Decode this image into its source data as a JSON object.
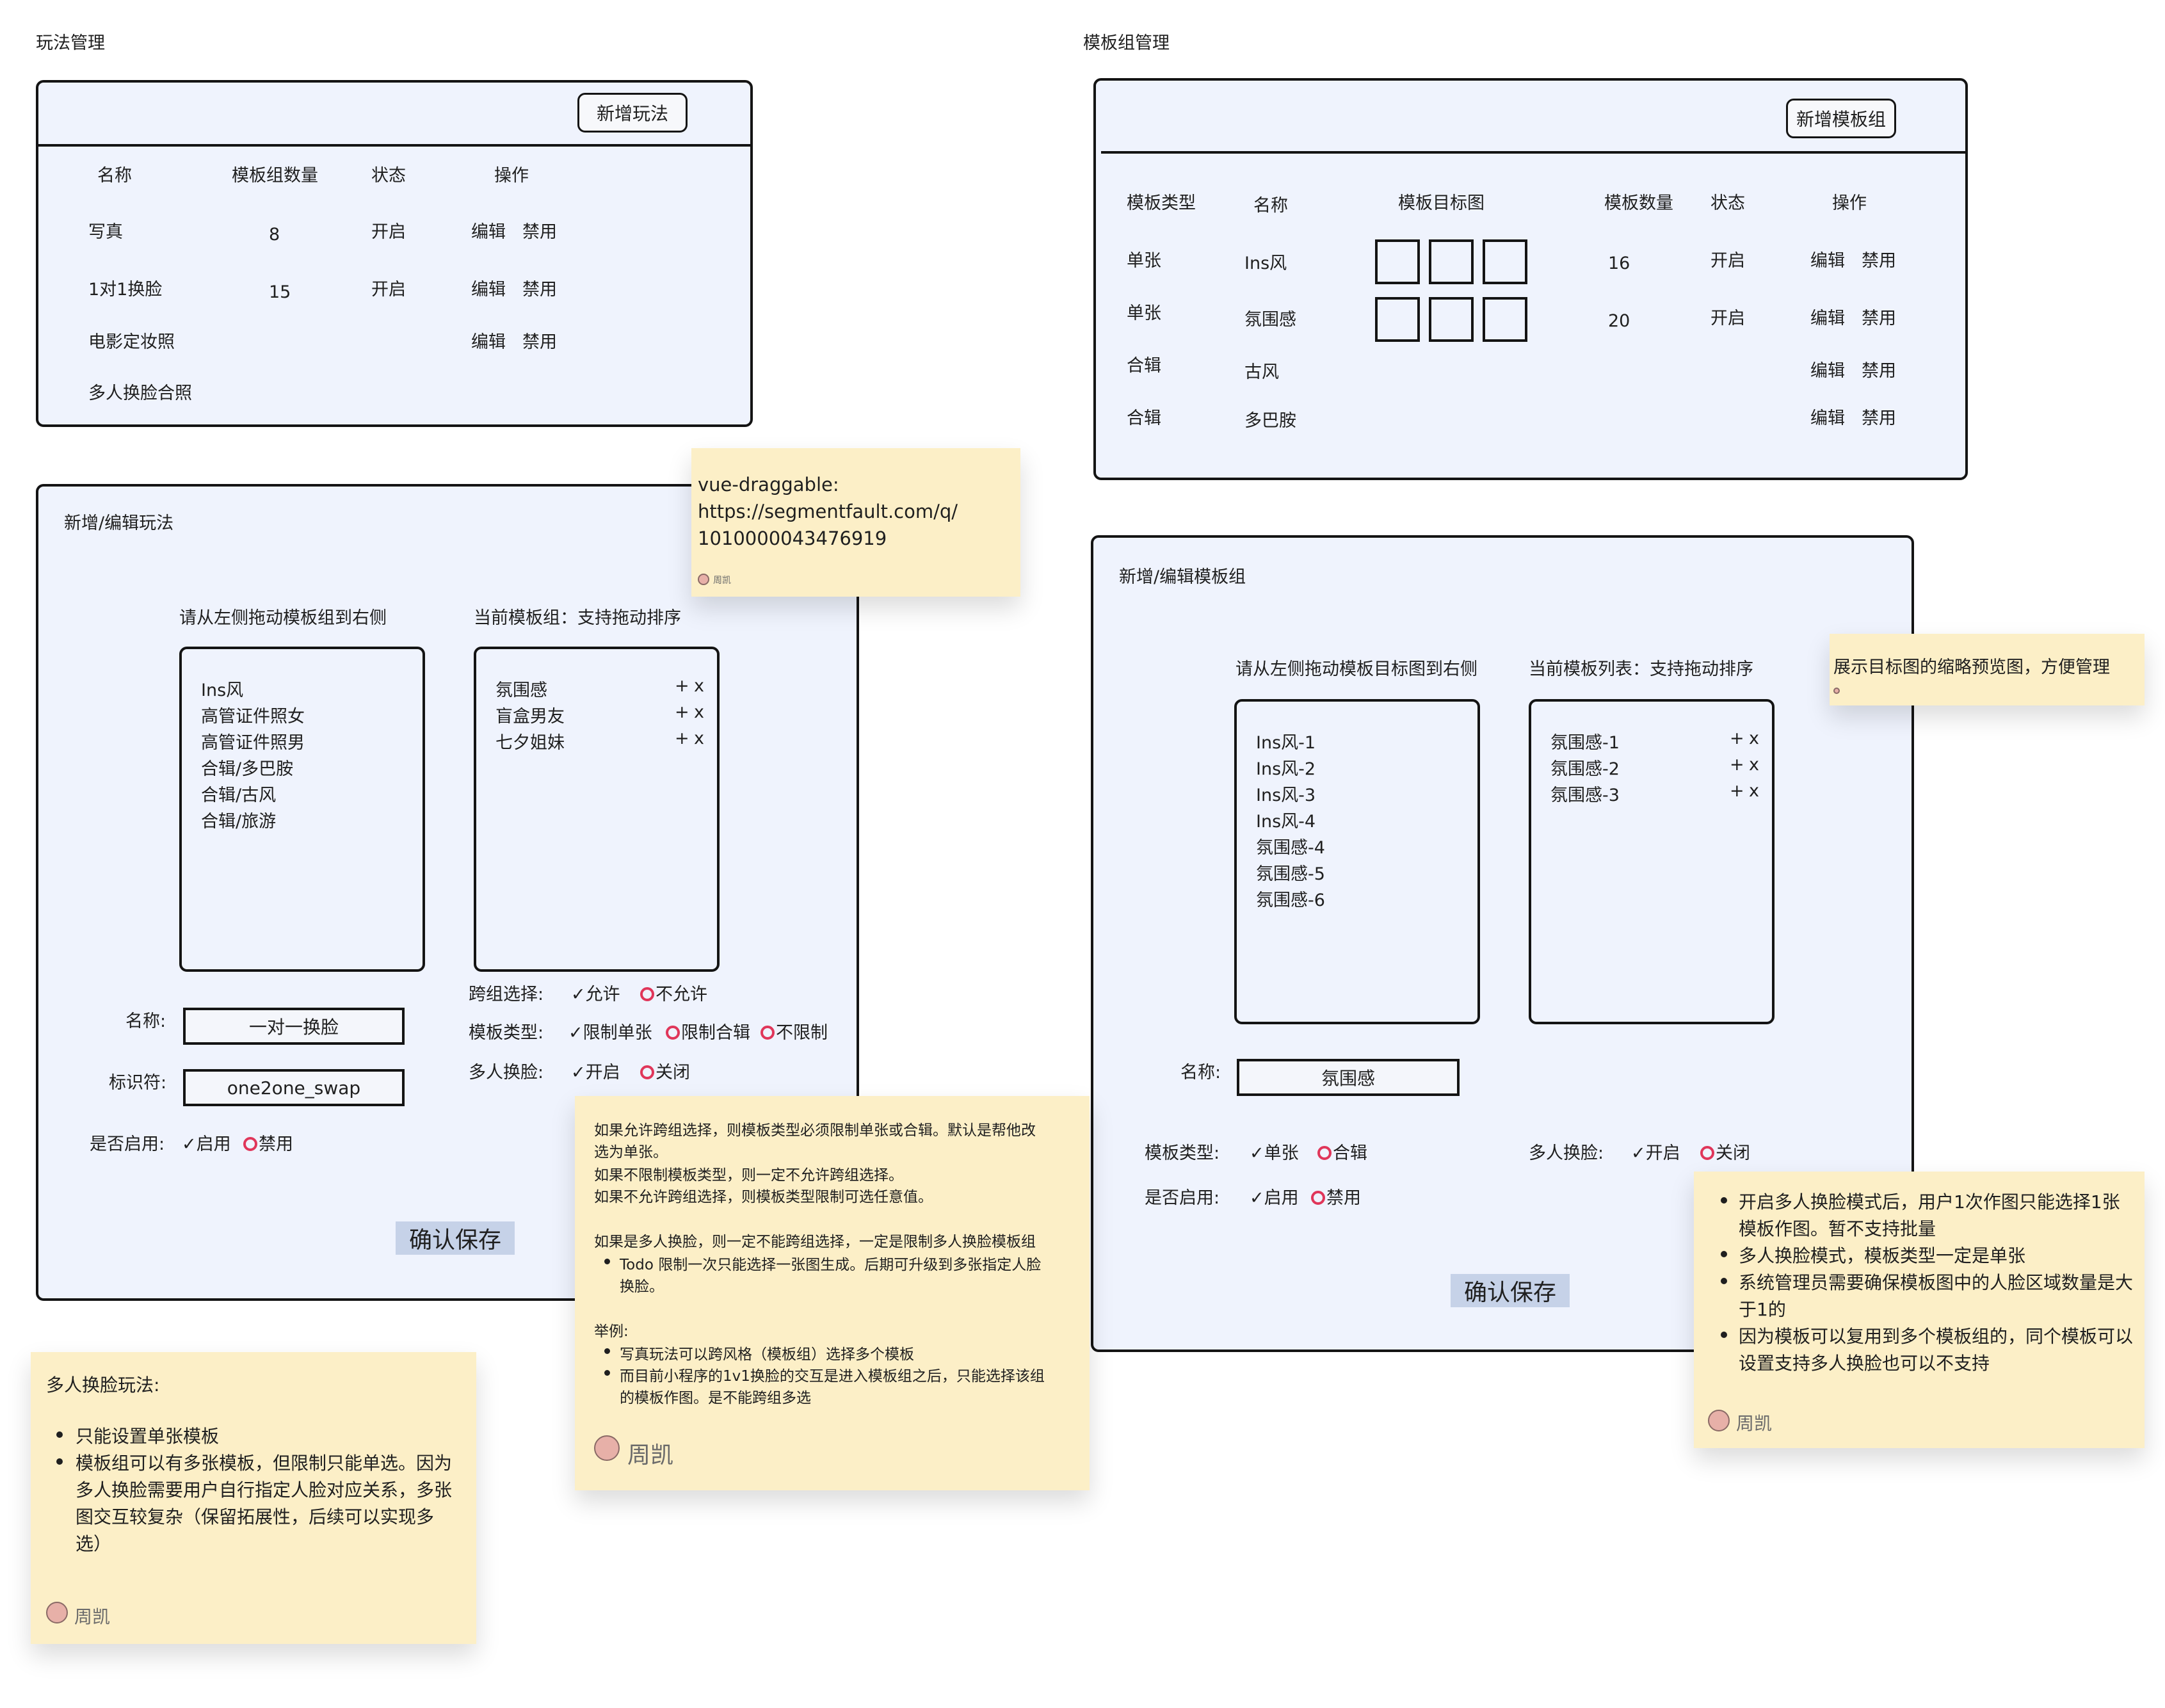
{
  "play_mgmt": {
    "title": "玩法管理",
    "add_button": "新增玩法",
    "columns": [
      "名称",
      "模板组数量",
      "状态",
      "操作"
    ],
    "rows": [
      {
        "name": "写真",
        "count": "8",
        "status": "开启",
        "edit": "编辑",
        "disable": "禁用"
      },
      {
        "name": "1对1换脸",
        "count": "15",
        "status": "开启",
        "edit": "编辑",
        "disable": "禁用"
      },
      {
        "name": "电影定妆照",
        "count": "",
        "status": "",
        "edit": "编辑",
        "disable": "禁用"
      },
      {
        "name": "多人换脸合照",
        "count": "",
        "status": "",
        "edit": "",
        "disable": ""
      }
    ]
  },
  "play_edit": {
    "title": "新增/编辑玩法",
    "left_hint": "请从左侧拖动模板组到右侧",
    "right_hint": "当前模板组：支持拖动排序",
    "left_items": [
      "Ins风",
      "高管证件照女",
      "高管证件照男",
      "合辑/多巴胺",
      "合辑/古风",
      "合辑/旅游"
    ],
    "right_items": [
      "氛围感",
      "盲盒男友",
      "七夕姐妹"
    ],
    "plus": "+",
    "remove": "x",
    "name_label": "名称:",
    "name_value": "一对一换脸",
    "id_label": "标识符:",
    "id_value": "one2one_swap",
    "enable_label": "是否启用:",
    "enable_on": "启用",
    "enable_off": "禁用",
    "cross_label": "跨组选择:",
    "cross_yes": "允许",
    "cross_no": "不允许",
    "type_label": "模板类型:",
    "type_single": "限制单张",
    "type_collection": "限制合辑",
    "type_none": "不限制",
    "multi_label": "多人换脸:",
    "multi_on": "开启",
    "multi_off": "关闭",
    "save": "确认保存"
  },
  "group_mgmt": {
    "title": "模板组管理",
    "add_button": "新增模板组",
    "columns": [
      "模板类型",
      "名称",
      "模板目标图",
      "模板数量",
      "状态",
      "操作"
    ],
    "rows": [
      {
        "type": "单张",
        "name": "Ins风",
        "count": "16",
        "status": "开启",
        "edit": "编辑",
        "disable": "禁用"
      },
      {
        "type": "单张",
        "name": "氛围感",
        "count": "20",
        "status": "开启",
        "edit": "编辑",
        "disable": "禁用"
      },
      {
        "type": "合辑",
        "name": "古风",
        "count": "",
        "status": "",
        "edit": "编辑",
        "disable": "禁用"
      },
      {
        "type": "合辑",
        "name": "多巴胺",
        "count": "",
        "status": "",
        "edit": "编辑",
        "disable": "禁用"
      }
    ]
  },
  "group_edit": {
    "title": "新增/编辑模板组",
    "left_hint": "请从左侧拖动模板目标图到右侧",
    "right_hint": "当前模板列表：支持拖动排序",
    "left_items": [
      "Ins风-1",
      "Ins风-2",
      "Ins风-3",
      "Ins风-4",
      "氛围感-4",
      "氛围感-5",
      "氛围感-6"
    ],
    "right_items": [
      "氛围感-1",
      "氛围感-2",
      "氛围感-3"
    ],
    "plus": "+",
    "remove": "x",
    "name_label": "名称:",
    "name_value": "氛围感",
    "type_label": "模板类型:",
    "type_single": "单张",
    "type_collection": "合辑",
    "enable_label": "是否启用:",
    "enable_on": "启用",
    "enable_off": "禁用",
    "multi_label": "多人换脸:",
    "multi_on": "开启",
    "multi_off": "关闭",
    "save": "确认保存"
  },
  "notes": {
    "draggable_title": "vue-draggable:",
    "draggable_link_1": "https://segmentfault.com/q/",
    "draggable_link_2": "1010000043476919",
    "draggable_author": "周凯",
    "thumb_note": "展示目标图的缩略预览图，方便管理",
    "rules_lines": [
      "如果允许跨组选择，则模板类型必须限制单张或合辑。默认是帮他改",
      "选为单张。",
      "如果不限制模板类型，则一定不允许跨组选择。",
      "如果不允许跨组选择，则模板类型限制可选任意值。",
      "如果是多人换脸，则一定不能跨组选择，一定是限制多人换脸模板组"
    ],
    "rules_bullet_1a": "Todo 限制一次只能选择一张图生成。后期可升级到多张指定人脸",
    "rules_bullet_1b": "换脸。",
    "rules_example": "举例:",
    "rules_bullet_2": "写真玩法可以跨风格（模板组）选择多个模板",
    "rules_bullet_3a": "而目前小程序的1v1换脸的交互是进入模板组之后，只能选择该组",
    "rules_bullet_3b": "的模板作图。是不能跨组多选",
    "rules_author": "周凯",
    "multi_title": "多人换脸玩法:",
    "multi_b1": "只能设置单张模板",
    "multi_b2_lines": [
      "模板组可以有多张模板，但限制只能单选。因为",
      "多人换脸需要用户自行指定人脸对应关系，多张",
      "图交互较复杂（保留拓展性，后续可以实现多",
      "选）"
    ],
    "multi_author": "周凯",
    "right_b1": [
      "开启多人换脸模式后，用户1次作图只能选择1张",
      "模板作图。暂不支持批量"
    ],
    "right_b2": [
      "多人换脸模式，模板类型一定是单张"
    ],
    "right_b3": [
      "系统管理员需要确保模板图中的人脸区域数量是大",
      "于1的"
    ],
    "right_b4": [
      "因为模板可以复用到多个模板组的，同个模板可以",
      "设置支持多人换脸也可以不支持"
    ],
    "right_author": "周凯"
  },
  "colors": {
    "frame_bg": "#eff3fd",
    "note_bg": "#fcefc7",
    "radio_ring": "#e0365a",
    "save_bg": "#c6d2e8",
    "link": "#3b6fd8"
  },
  "icons": {
    "check": "✓",
    "radio_off": "ring"
  }
}
